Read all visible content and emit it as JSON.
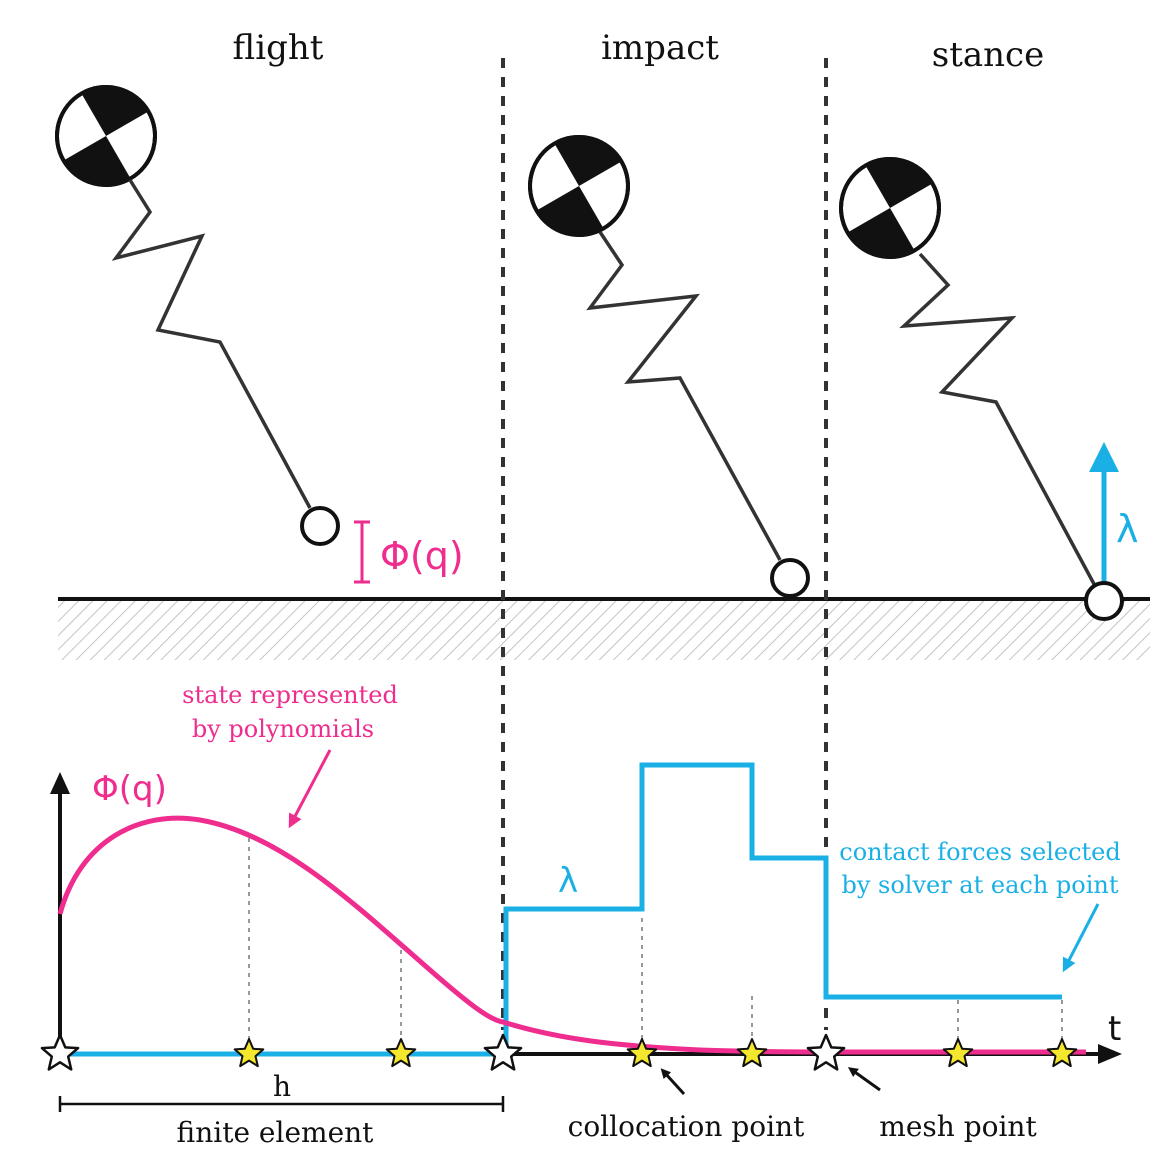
{
  "phases": [
    "flight",
    "impact",
    "stance"
  ],
  "labels": {
    "constraint": "Φ(q)",
    "constraint_axis": "Φ(q)",
    "force_top": "λ",
    "force_plot": "λ",
    "time_axis": "t",
    "state_note_line1": "state represented",
    "state_note_line2": "by polynomials",
    "force_note_line1": "contact forces selected",
    "force_note_line2": "by solver at each point",
    "h": "h",
    "finite_element": "finite element",
    "collocation_point": "collocation point",
    "mesh_point": "mesh point"
  },
  "colors": {
    "magenta": "#ee2d8e",
    "cyan": "#1ab0e6",
    "star_yellow": "#f5e62e",
    "ink": "#222222",
    "hatch": "#bbbbbb"
  }
}
